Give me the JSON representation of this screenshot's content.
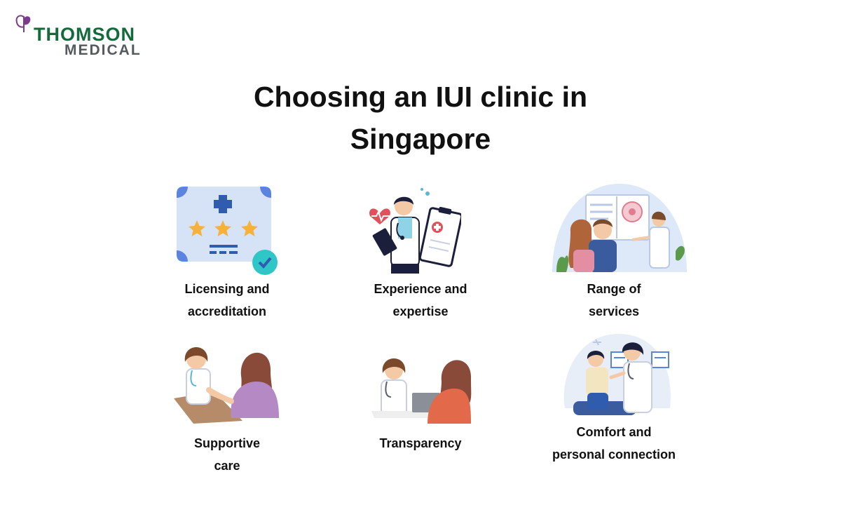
{
  "brand": {
    "line1": "THOMSON",
    "line2": "MEDICAL"
  },
  "title": {
    "line1": "Choosing an IUI clinic in",
    "line2": "Singapore"
  },
  "items": [
    {
      "line1": "Licensing and",
      "line2": "accreditation",
      "icon": "certificate-icon"
    },
    {
      "line1": "Experience and",
      "line2": "expertise",
      "icon": "doctor-clipboard-icon"
    },
    {
      "line1": "Range of",
      "line2": "services",
      "icon": "clinic-consultation-icon"
    },
    {
      "line1": "Supportive",
      "line2": "care",
      "icon": "hand-holding-icon"
    },
    {
      "line1": "Transparency",
      "line2": "",
      "icon": "consultation-laptop-icon"
    },
    {
      "line1": "Comfort and",
      "line2": "personal connection",
      "icon": "doctor-checkup-icon"
    }
  ],
  "colors": {
    "brand_green": "#136b3b",
    "brand_gray": "#555a5e",
    "brand_purple": "#7c3c8e"
  }
}
